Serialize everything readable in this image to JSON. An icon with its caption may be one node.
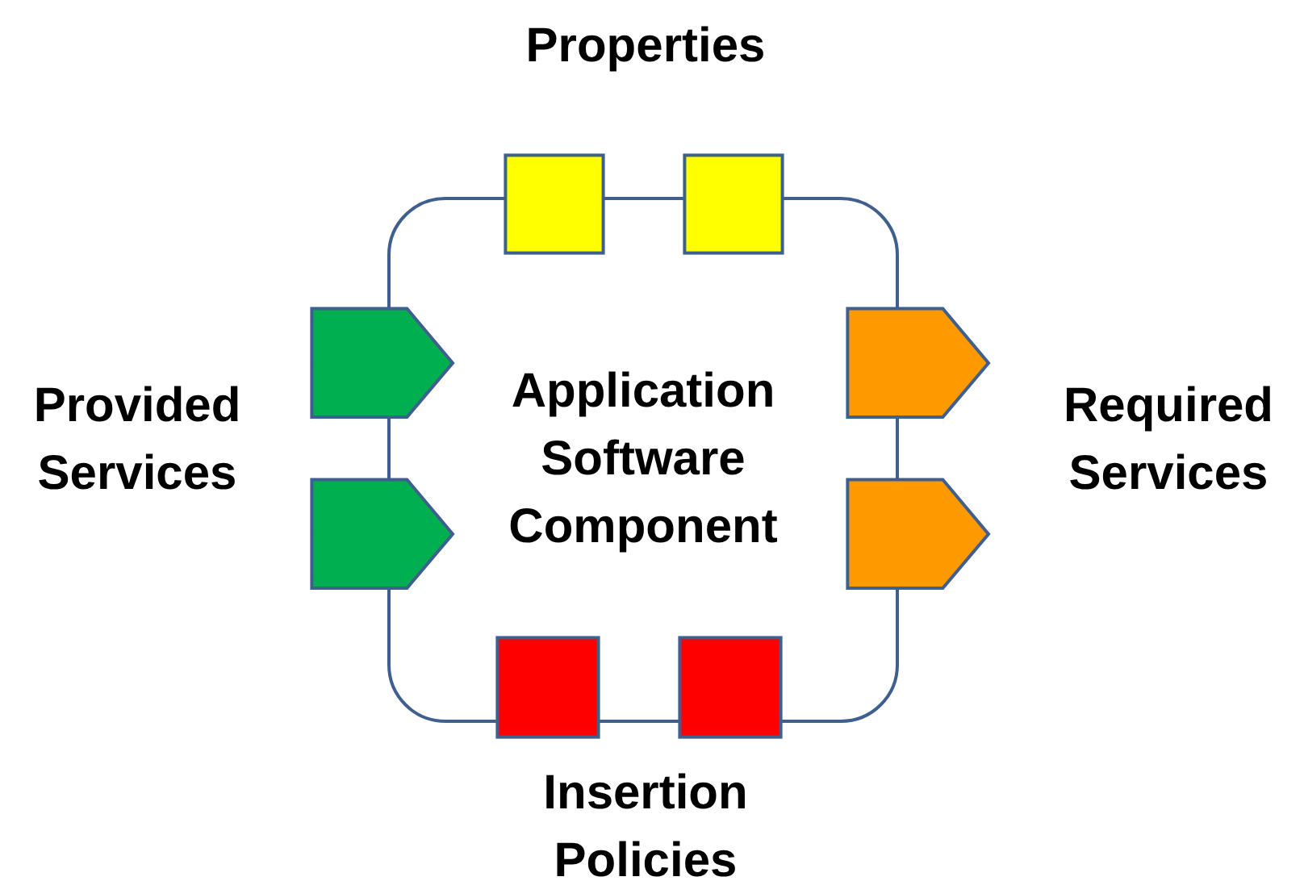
{
  "diagram": {
    "nodes": [
      {
        "text": [
          "Application Software Component"
        ]
      },
      {
        "text": [],
        "shape": "box"
      },
      {
        "text": [],
        "shape": "box"
      },
      {
        "text": [],
        "shape": "pentagon"
      },
      {
        "text": [],
        "shape": "pentagon"
      },
      {
        "text": [],
        "shape": "pentagon"
      },
      {
        "text": [],
        "shape": "pentagon"
      },
      {
        "text": [],
        "shape": "box"
      },
      {
        "text": [],
        "shape": "box"
      }
    ],
    "labels": [
      "Properties",
      "Provided Services",
      "Required Services",
      "Insertion Policies"
    ]
  }
}
